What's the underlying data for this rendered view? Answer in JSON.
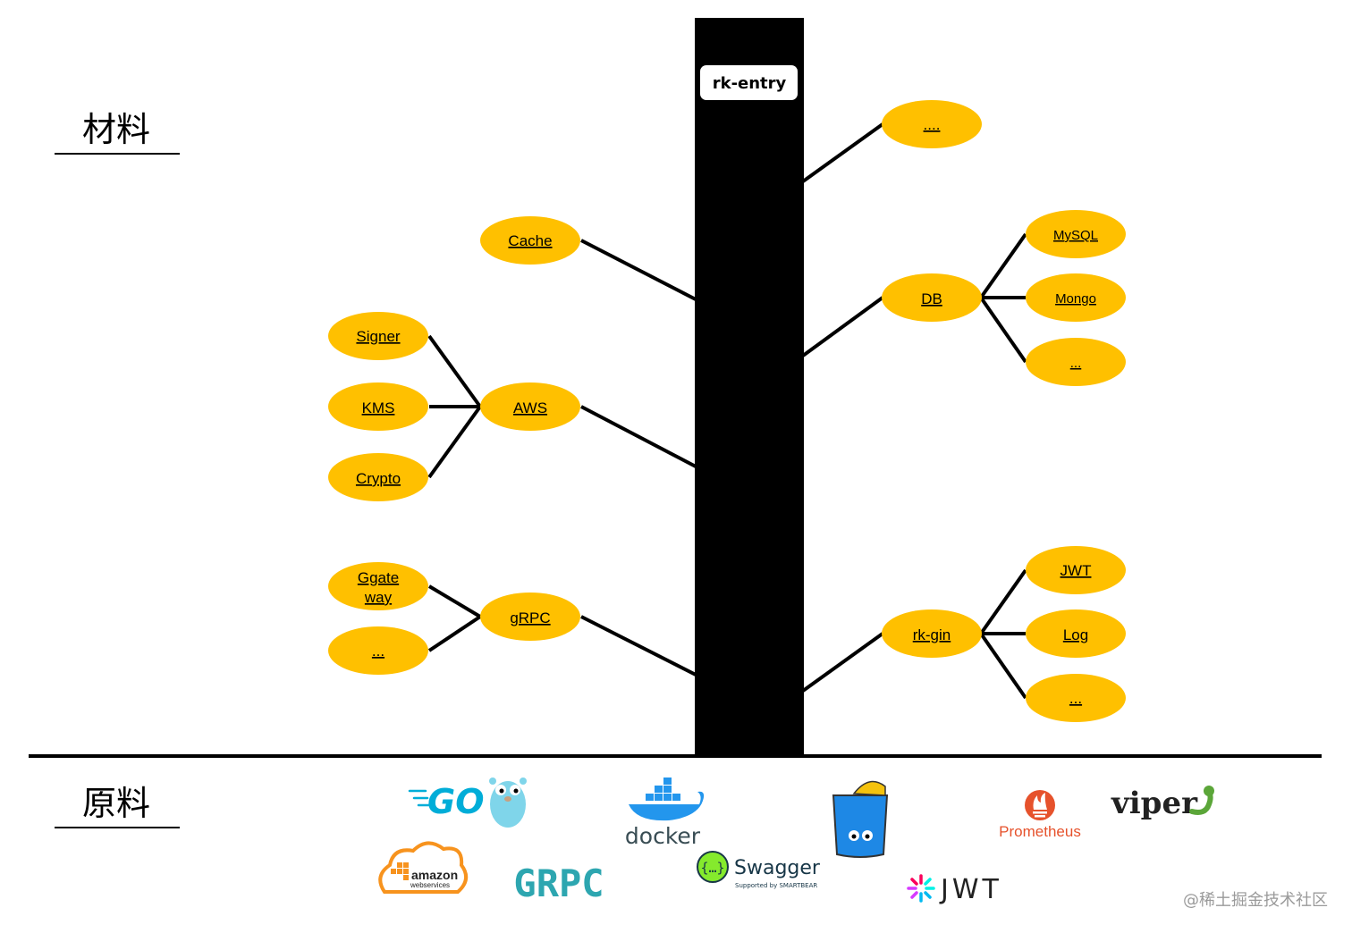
{
  "sections": {
    "top_label": "材料",
    "bottom_label": "原料"
  },
  "trunk_label": "rk-entry",
  "nodes": {
    "cache": "Cache",
    "aws": "AWS",
    "signer": "Signer",
    "kms": "KMS",
    "crypto": "Crypto",
    "grpc": "gRPC",
    "ggateway_line1": "Ggate",
    "ggateway_line2": "way",
    "grpc_more": "...",
    "top_more": "....",
    "db": "DB",
    "mysql": "MySQL",
    "mongo": "Mongo",
    "db_more": "...",
    "rkgin": "rk-gin",
    "jwt": "JWT",
    "log": "Log",
    "gin_more": "..."
  },
  "logos": {
    "go": "GO",
    "docker": "docker",
    "prometheus": "Prometheus",
    "viper": "viper",
    "amazon": "amazon",
    "webservices": "webservices",
    "grpc": "GRPC",
    "swagger": "Swagger",
    "swagger_sub": "Supported by SMARTBEAR",
    "jwt": "JWT"
  },
  "watermark": "@稀土掘金技术社区",
  "colors": {
    "node_fill": "#FFC000",
    "trunk": "#000000",
    "go_blue": "#00ADD8",
    "prometheus_red": "#E6522C",
    "grpc_teal": "#2DA6B0",
    "docker_blue": "#2396ED"
  }
}
